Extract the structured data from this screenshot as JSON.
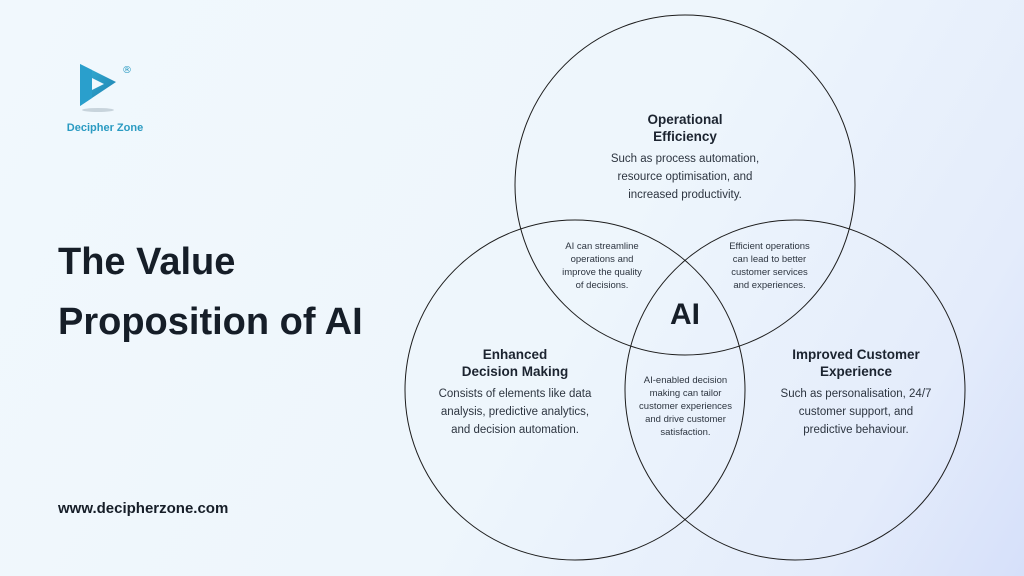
{
  "brand": {
    "name": "Decipher Zone",
    "registered": "®",
    "color": "#2a9bc2"
  },
  "title_lines": [
    "The Value",
    "Proposition of AI"
  ],
  "website": "www.decipherzone.com",
  "venn": {
    "center": "AI",
    "sets": {
      "operational": {
        "title_lines": [
          "Operational",
          "Efficiency"
        ],
        "desc_lines": [
          "Such as process automation,",
          "resource optimisation, and",
          "increased productivity."
        ]
      },
      "decision": {
        "title_lines": [
          "Enhanced",
          "Decision Making"
        ],
        "desc_lines": [
          "Consists of elements like data",
          "analysis, predictive analytics,",
          "and decision automation."
        ]
      },
      "customer": {
        "title_lines": [
          "Improved Customer",
          "Experience"
        ],
        "desc_lines": [
          "Such as personalisation, 24/7",
          "customer support, and",
          "predictive behaviour."
        ]
      }
    },
    "overlaps": {
      "operational_decision": [
        "AI can streamline",
        "operations and",
        "improve the quality",
        "of decisions."
      ],
      "operational_customer": [
        "Efficient operations",
        "can lead to better",
        "customer services",
        "and experiences."
      ],
      "decision_customer": [
        "AI-enabled decision",
        "making can tailor",
        "customer experiences",
        "and drive customer",
        "satisfaction."
      ]
    }
  }
}
